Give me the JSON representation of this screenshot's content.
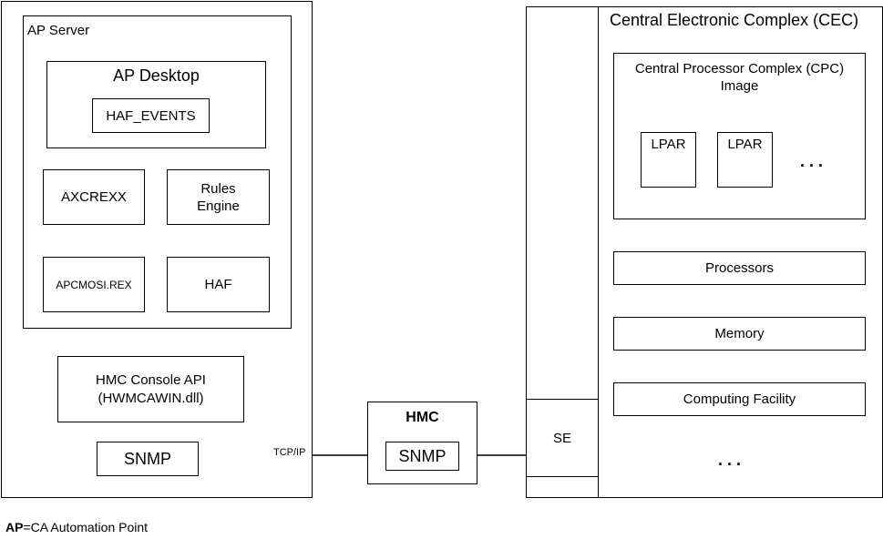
{
  "ap_server": {
    "title": "AP Server",
    "desktop": {
      "title": "AP Desktop",
      "haf_events": "HAF_EVENTS"
    },
    "axcrexx": "AXCREXX",
    "rules_engine_line1": "Rules",
    "rules_engine_line2": "Engine",
    "apcmosi": "APCMOSI.REX",
    "haf": "HAF",
    "hmc_api_line1": "HMC Console API",
    "hmc_api_line2": "(HWMCAWIN.dll)",
    "snmp": "SNMP"
  },
  "connection_label": "TCP/IP",
  "hmc": {
    "title": "HMC",
    "snmp": "SNMP"
  },
  "cec": {
    "title": "Central Electronic Complex (CEC)",
    "se": "SE",
    "cpc_line1": "Central Processor Complex (CPC)",
    "cpc_line2": "Image",
    "lpar_1": "LPAR",
    "lpar_2": "LPAR",
    "cpc_more": ". . .",
    "processors": "Processors",
    "memory": "Memory",
    "computing_facility": "Computing Facility",
    "more": ". . ."
  },
  "legend": {
    "term": "AP",
    "definition": "=CA Automation Point"
  }
}
